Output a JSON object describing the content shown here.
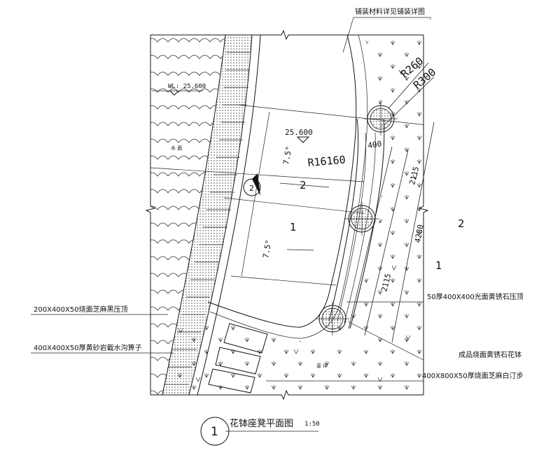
{
  "drawing": {
    "title": "花钵座凳平面图",
    "scale": "1:50",
    "detail_number": "1",
    "callouts": {
      "top": "铺装材料详见铺装详图",
      "right_cap": "50厚400X400光面黄锈石压顶",
      "right_planter": "成品烧面黄锈石花钵",
      "right_step": "400X800X50厚烧面芝麻白汀步",
      "left_cap": "200X400X50烧面芝麻黑压顶",
      "left_grate": "400X400X50厚黄砂岩截水沟箅子"
    },
    "dimensions": {
      "r260": "R260",
      "r300": "R300",
      "r16160": "R16160",
      "d400": "400",
      "d2115_top": "2115",
      "d2115_bottom": "2115",
      "d4280": "4280",
      "angle_top": "7.5°",
      "angle_bottom": "7.5°"
    },
    "elevations": {
      "wl": "WL: 25.600",
      "center": "25.600"
    },
    "area_labels": {
      "area_2_center": "2",
      "area_1_center": "1",
      "area_2_right": "2",
      "area_1_right": "1",
      "section_mark": "2"
    },
    "zone_labels": {
      "water": "水 面",
      "lawn": "草 坪"
    }
  }
}
